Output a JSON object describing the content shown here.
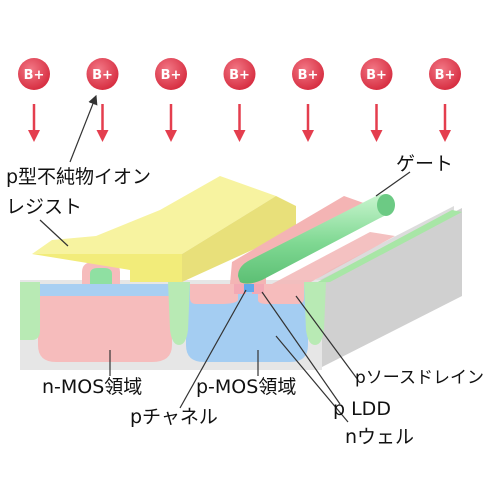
{
  "ions": {
    "symbol": "B+",
    "count": 7,
    "color": "#e43e4e"
  },
  "labels": {
    "ion_line1": "p型不純物イオン",
    "ion_line2": "レジスト",
    "gate": "ゲート",
    "n_mos": "n-MOS領域",
    "p_mos": "p-MOS領域",
    "p_channel": "pチャネル",
    "p_source_drain": "pソースドレイン",
    "p_ldd": "p LDD",
    "n_well": "nウェル"
  },
  "colors": {
    "resist": "#f5f08c",
    "substrate": "#e4e4e4",
    "isolation": "#b8eab4",
    "p_region": "#f6bcbc",
    "n_well": "#a4cdf2",
    "gate": "#8fe0a2"
  }
}
